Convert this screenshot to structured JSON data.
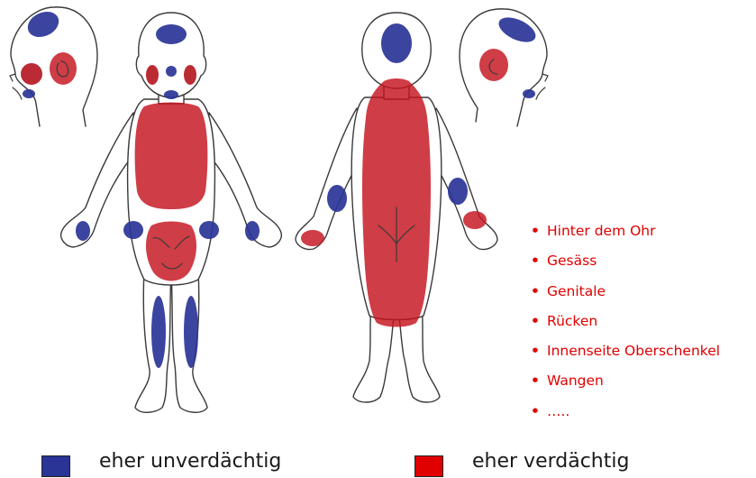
{
  "colors": {
    "safe": "#2a3496",
    "suspicious": "#e00000",
    "list_text": "#e00000"
  },
  "sites_list": {
    "bullet": "•",
    "items": [
      "Hinter dem Ohr",
      "Gesäss",
      "Genitale",
      "Rücken",
      "Innenseite Oberschenkel",
      "Wangen",
      "….."
    ]
  },
  "legend": {
    "safe_label": "eher unverdächtig",
    "suspicious_label": "eher verdächtig"
  }
}
